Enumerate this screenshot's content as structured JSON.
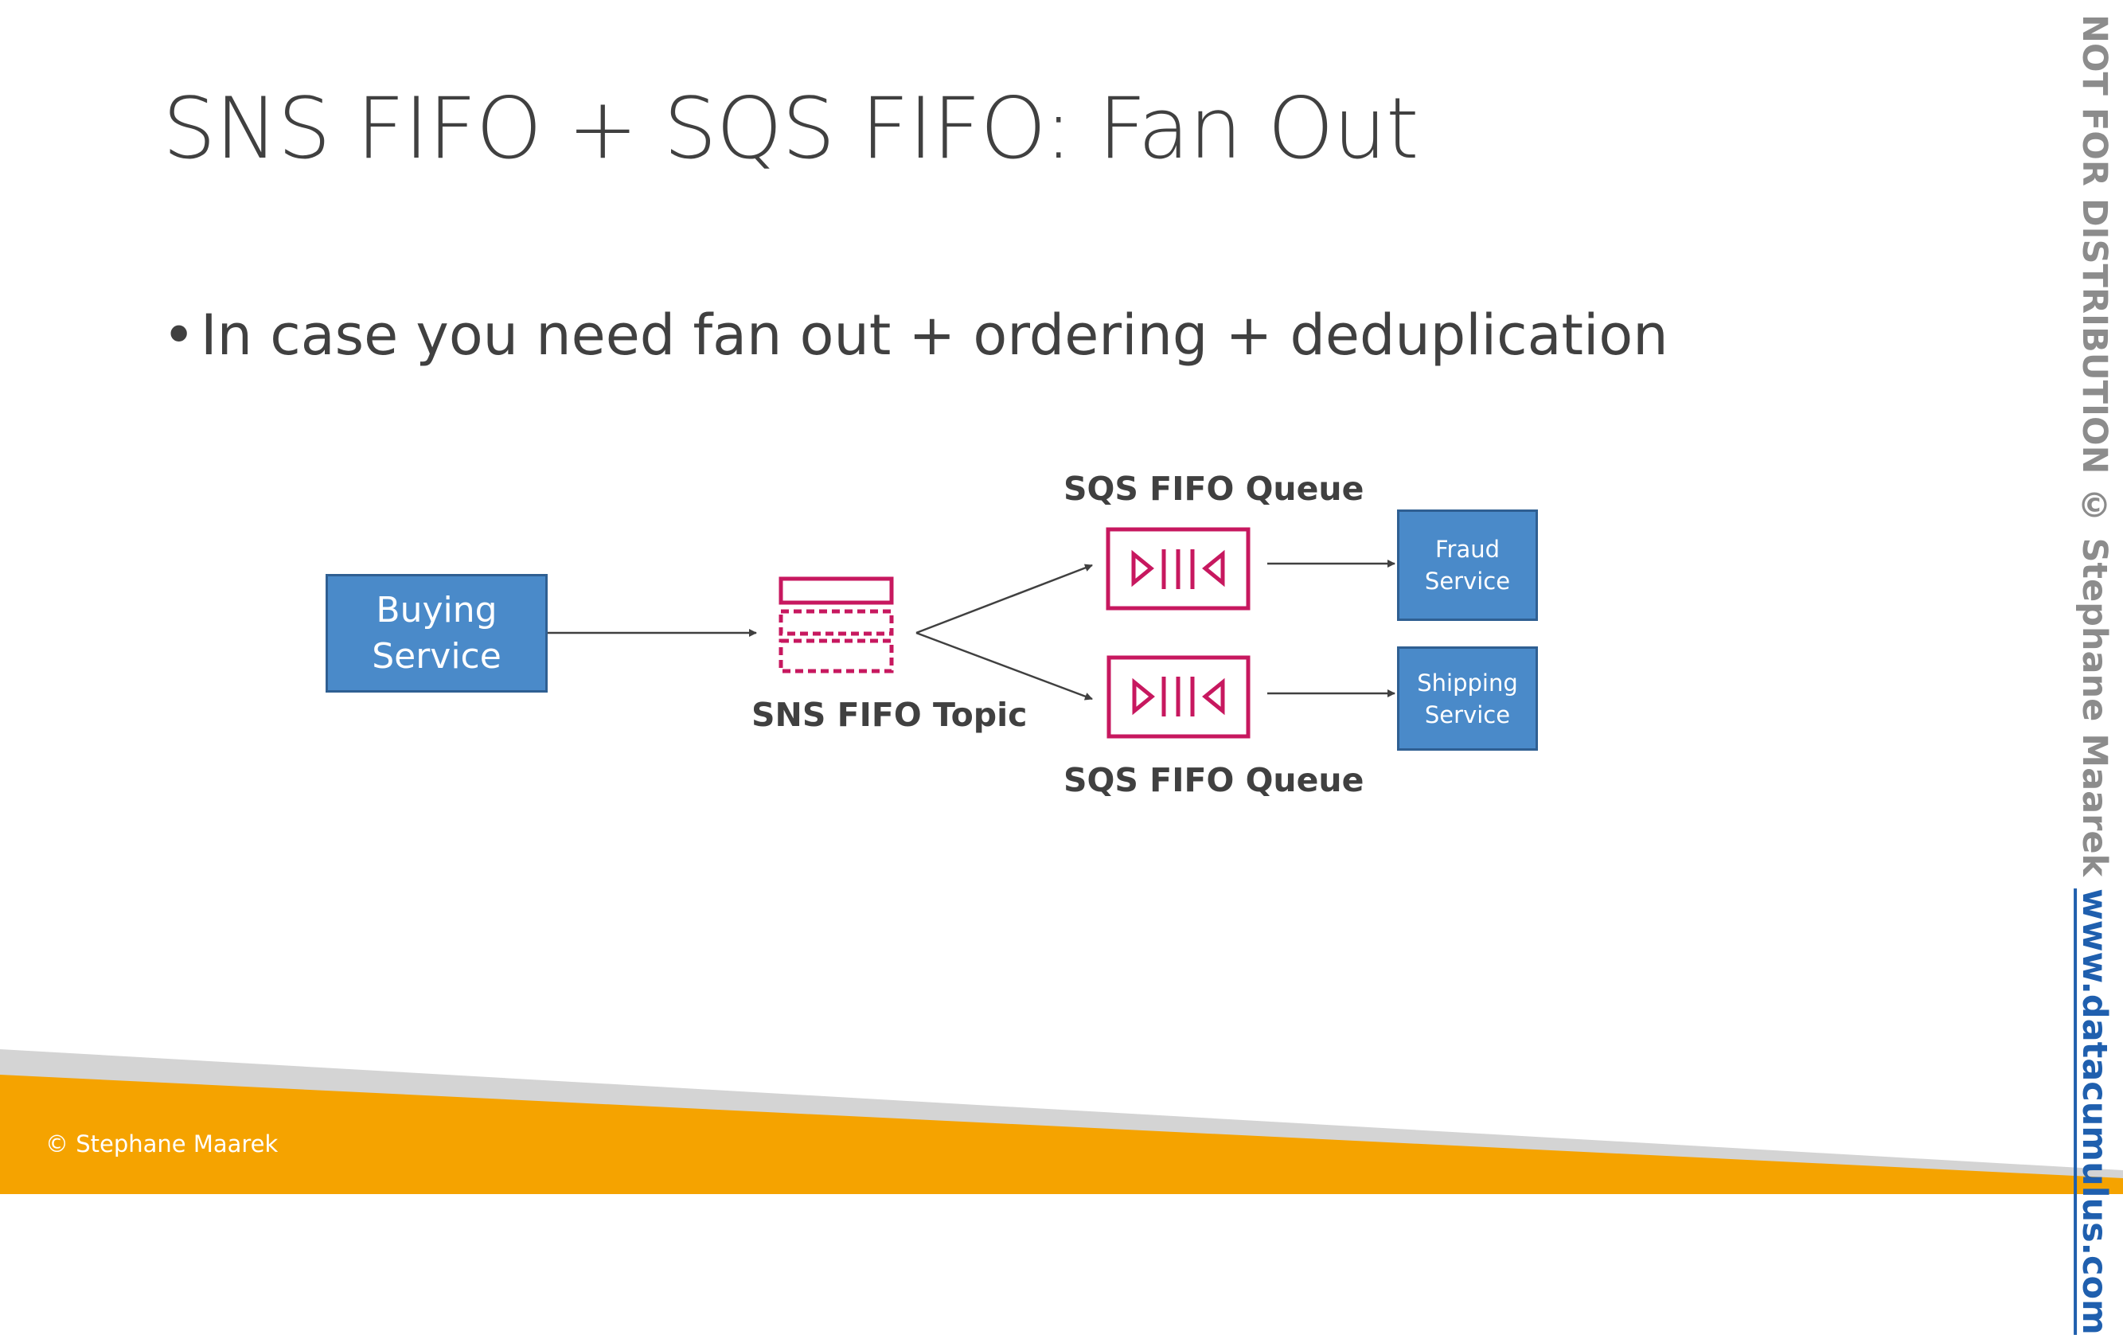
{
  "slide": {
    "title": "SNS FIFO + SQS FIFO: Fan Out",
    "bullet_marker": "•",
    "bullet": "In case you need fan out + ordering + deduplication"
  },
  "diagram": {
    "producer": {
      "label": "Buying\nService"
    },
    "topic": {
      "label": "SNS FIFO Topic",
      "icon": "sns-topic-icon"
    },
    "queues": [
      {
        "label": "SQS FIFO Queue",
        "icon": "sqs-queue-icon"
      },
      {
        "label": "SQS FIFO Queue",
        "icon": "sqs-queue-icon"
      }
    ],
    "consumers": [
      {
        "label": "Fraud\nService"
      },
      {
        "label": "Shipping\nService"
      }
    ]
  },
  "footer": {
    "copyright": "© Stephane Maarek"
  },
  "watermark": {
    "text": "NOT FOR DISTRIBUTION © Stephane Maarek",
    "link": "www.datacumulus.com"
  },
  "colors": {
    "service_box": "#4a8ac9",
    "service_border": "#2f5f92",
    "aws_icon": "#c7185f",
    "arrow": "#404040",
    "footer_orange": "#f5a300",
    "footer_gray": "#d4d4d4",
    "link_blue": "#1f5fae"
  }
}
